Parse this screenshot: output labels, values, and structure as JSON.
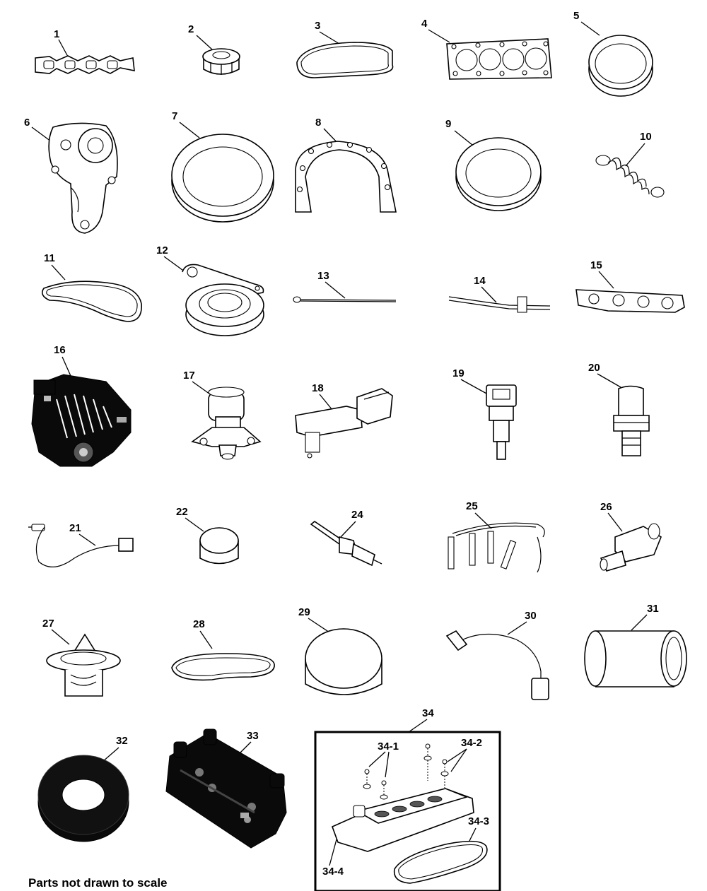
{
  "labels": {
    "l1": "1",
    "l2": "2",
    "l3": "3",
    "l4": "4",
    "l5": "5",
    "l6": "6",
    "l7": "7",
    "l8": "8",
    "l9": "9",
    "l10": "10",
    "l11": "11",
    "l12": "12",
    "l13": "13",
    "l14": "14",
    "l15": "15",
    "l16": "16",
    "l17": "17",
    "l18": "18",
    "l19": "19",
    "l20": "20",
    "l21": "21",
    "l22": "22",
    "l24": "24",
    "l25": "25",
    "l26": "26",
    "l27": "27",
    "l28": "28",
    "l29": "29",
    "l30": "30",
    "l31": "31",
    "l32": "32",
    "l33": "33",
    "l34": "34",
    "l34_1": "34-1",
    "l34_2": "34-2",
    "l34_3": "34-3",
    "l34_4": "34-4"
  },
  "note": "Parts not drawn to scale"
}
